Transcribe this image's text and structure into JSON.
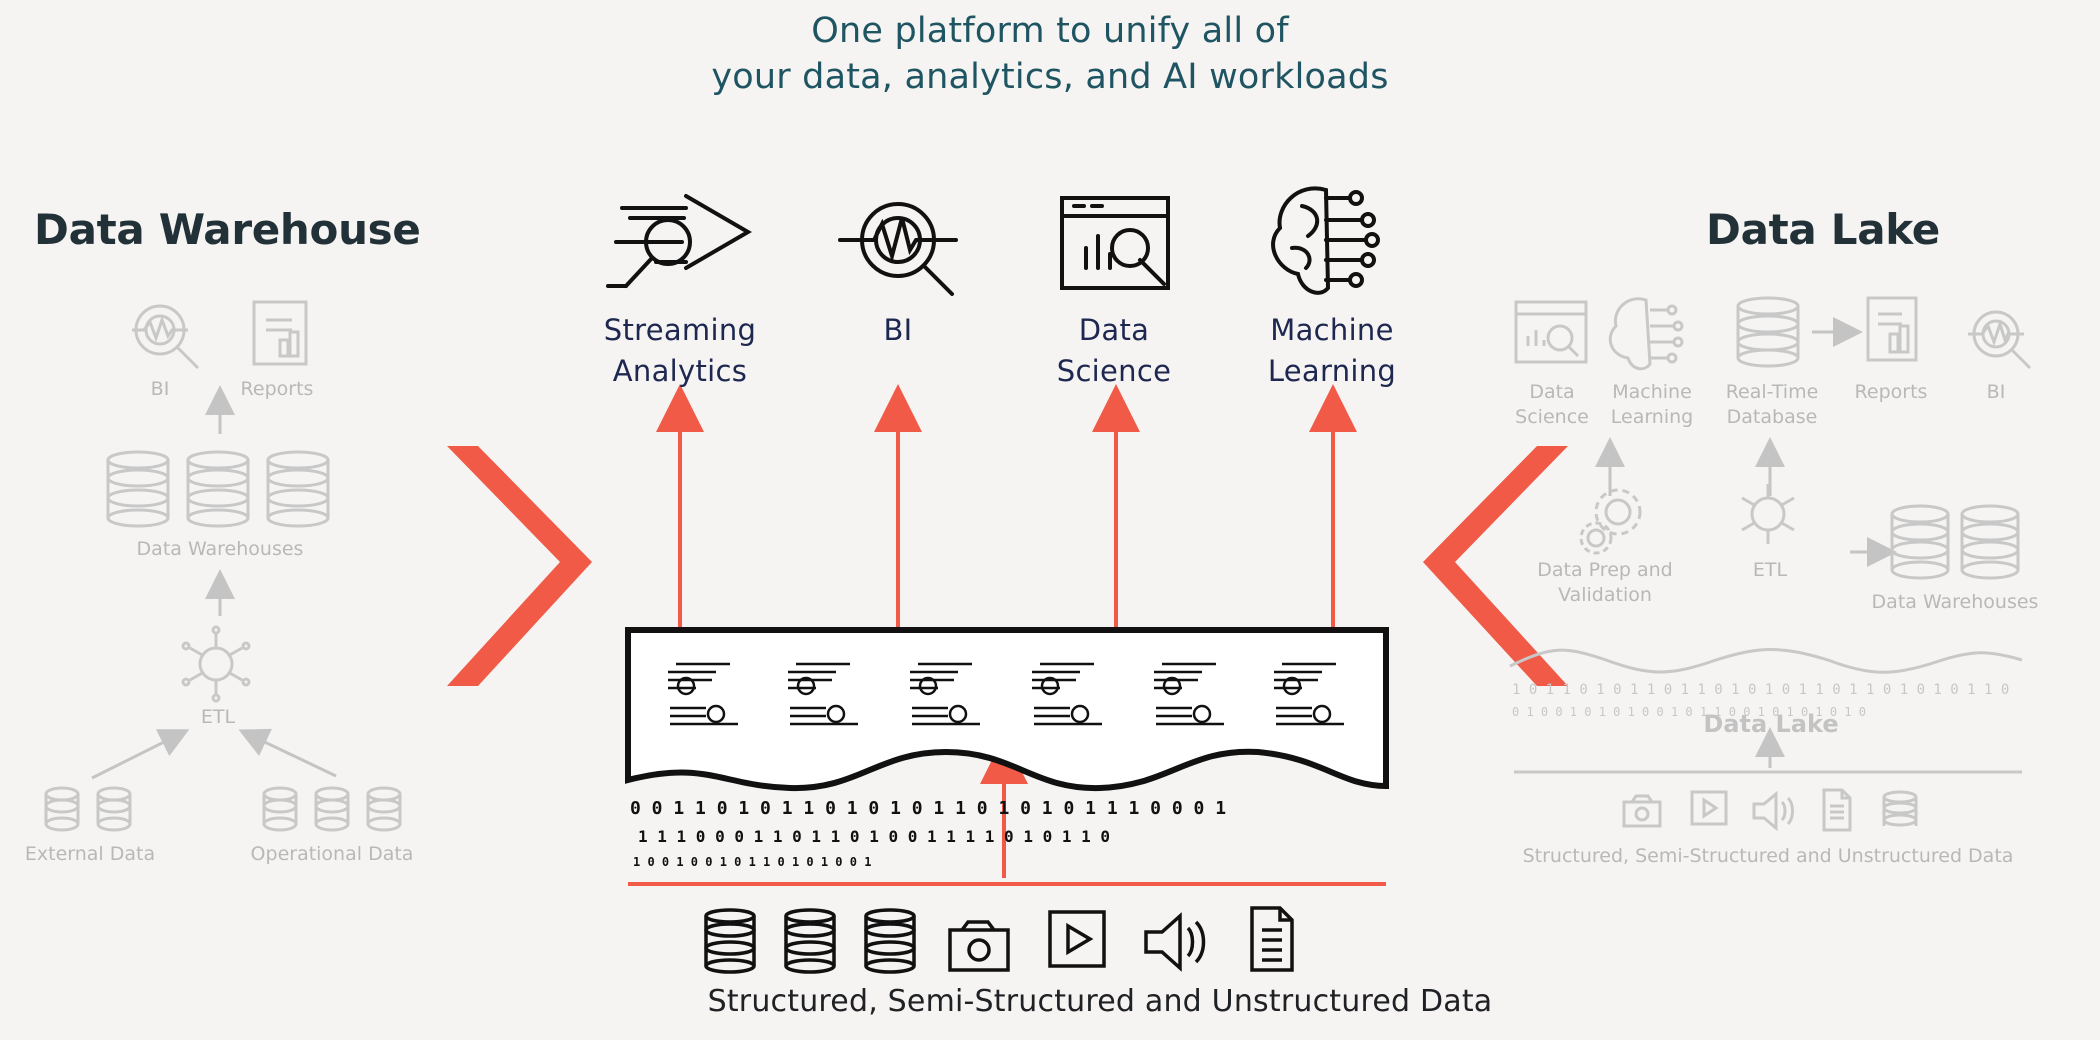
{
  "headline": {
    "line1": "One platform to unify all of",
    "line2": "your data, analytics, and AI workloads"
  },
  "left_panel": {
    "title": "Data Warehouse",
    "top_labels": [
      "BI",
      "Reports"
    ],
    "warehouse_label": "Data Warehouses",
    "etl_label": "ETL",
    "source_labels": [
      "External Data",
      "Operational Data"
    ]
  },
  "center_panel": {
    "workloads": [
      {
        "line1": "Streaming",
        "line2": "Analytics",
        "icon": "streaming-analytics-icon"
      },
      {
        "line1": "BI",
        "line2": "",
        "icon": "bi-icon"
      },
      {
        "line1": "Data",
        "line2": "Science",
        "icon": "data-science-icon"
      },
      {
        "line1": "Machine",
        "line2": "Learning",
        "icon": "machine-learning-icon"
      }
    ],
    "bottom_label": "Structured, Semi-Structured and Unstructured Data",
    "accent_color": "#f05a47"
  },
  "right_panel": {
    "title": "Data Lake",
    "top_labels": [
      {
        "line1": "Data",
        "line2": "Science"
      },
      {
        "line1": "Machine",
        "line2": "Learning"
      },
      {
        "line1": "Real-Time",
        "line2": "Database"
      },
      {
        "line1": "Reports",
        "line2": ""
      },
      {
        "line1": "BI",
        "line2": ""
      }
    ],
    "prep_label": {
      "line1": "Data Prep and",
      "line2": "Validation"
    },
    "etl_label": "ETL",
    "warehouse_label": "Data Warehouses",
    "lake_label": "Data Lake",
    "bottom_label": "Structured, Semi-Structured and Unstructured Data"
  }
}
